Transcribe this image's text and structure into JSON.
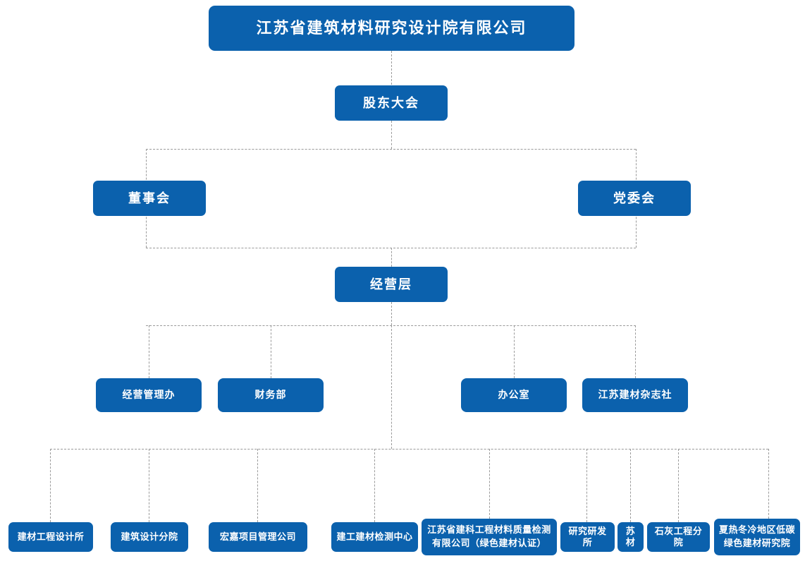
{
  "diagram": {
    "type": "organization-chart",
    "title": "江苏省建筑材料研究设计院有限公司组织架构",
    "accent_color": "#0b61ad",
    "connector_color": "#9a9a9a",
    "background_color": "#ffffff",
    "text_color": "#ffffff"
  },
  "levels": {
    "root": {
      "label": "江苏省建筑材料研究设计院有限公司"
    },
    "shareholders": {
      "label": "股东大会"
    },
    "governance": [
      {
        "label": "董事会"
      },
      {
        "label": "党委会"
      }
    ],
    "management": {
      "label": "经营层"
    },
    "departments": [
      {
        "label": "经营管理办"
      },
      {
        "label": "财务部"
      },
      {
        "label": "办公室"
      },
      {
        "label": "江苏建材杂志社"
      }
    ],
    "subsidiaries": [
      {
        "label": "建材工程设计所"
      },
      {
        "label": "建筑设计分院"
      },
      {
        "label": "宏嘉项目管理公司"
      },
      {
        "label": "建工建材检测中心"
      },
      {
        "label": "江苏省建科工程材料质量检测\n有限公司（绿色建材认证）"
      },
      {
        "label": "研究研发所"
      },
      {
        "label": "苏材"
      },
      {
        "label": "石灰工程分院"
      },
      {
        "label": "夏热冬冷地区低碳\n绿色建材研究院"
      }
    ]
  }
}
